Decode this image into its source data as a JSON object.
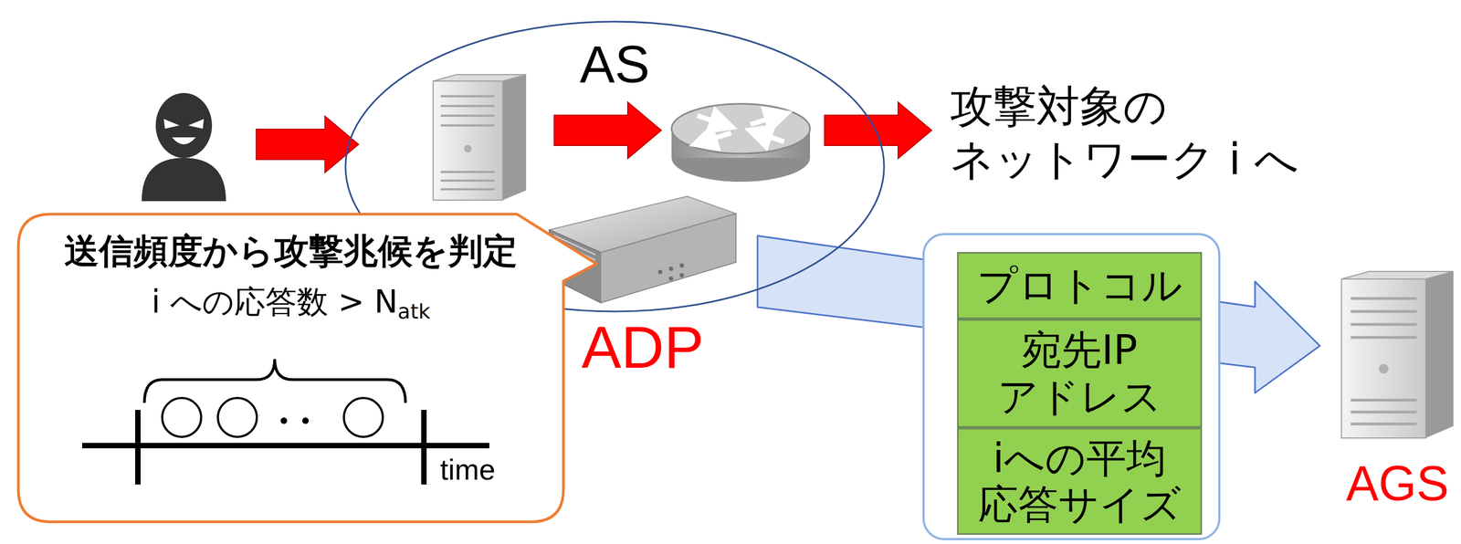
{
  "diagram": {
    "nodes": [
      {
        "text": [
          "AS"
        ]
      },
      {
        "text": [
          "ADP"
        ],
        "in": 0
      },
      {
        "text": [
          "送信頻度から攻撃兆候を判定",
          "i への応答数 > N",
          "atk",
          "time"
        ]
      },
      {
        "text": []
      },
      {
        "text": [
          "プロトコル"
        ],
        "in": 3
      },
      {
        "text": [
          "宛先IP アドレス"
        ],
        "in": 3
      },
      {
        "text": [
          "iへの平均 応答サイズ"
        ],
        "in": 3
      },
      {
        "text": [
          "AGS"
        ]
      }
    ],
    "edges": [
      {
        "from": 1,
        "to": 7,
        "arrow": "to"
      }
    ],
    "labels": [
      "攻撃対象の ネットワーク i へ"
    ]
  }
}
